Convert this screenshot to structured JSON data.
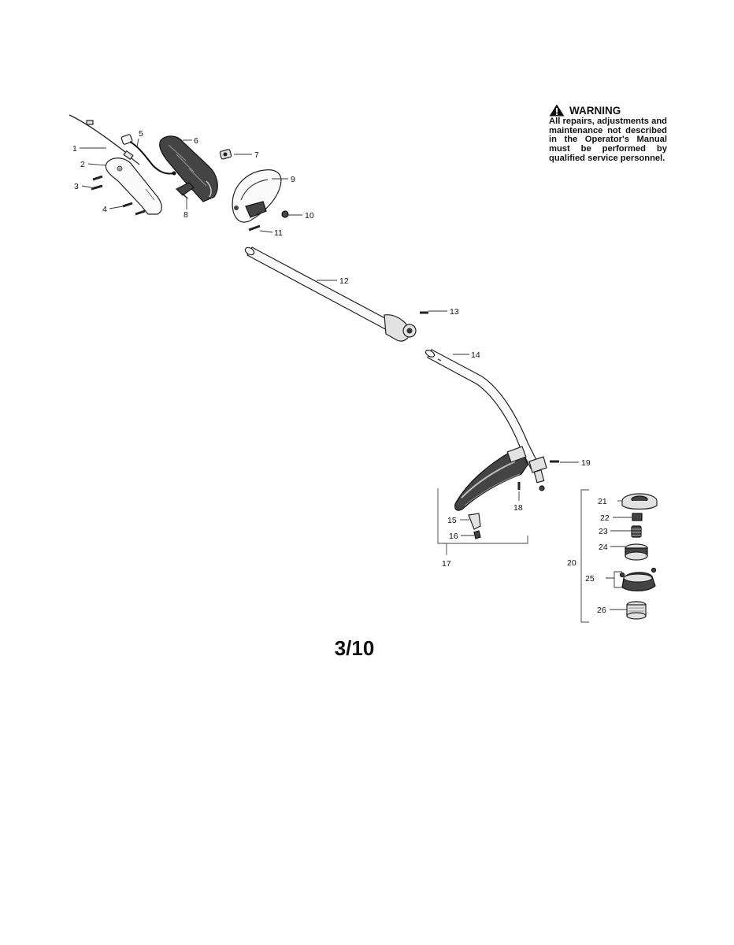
{
  "warning": {
    "icon": "warning-triangle-icon",
    "heading": "WARNING",
    "text": "All repairs, adjustments and maintenance not described in the Operator's Manual must be performed by qualified service personnel."
  },
  "page_number": "3/10",
  "parts": {
    "p1": "1",
    "p2": "2",
    "p3": "3",
    "p4": "4",
    "p5": "5",
    "p6": "6",
    "p7": "7",
    "p8": "8",
    "p9": "9",
    "p10": "10",
    "p11": "11",
    "p12": "12",
    "p13": "13",
    "p14": "14",
    "p15": "15",
    "p16": "16",
    "p17": "17",
    "p18": "18",
    "p19": "19",
    "p20": "20",
    "p21": "21",
    "p22": "22",
    "p23": "23",
    "p24": "24",
    "p25": "25",
    "p26": "26"
  }
}
